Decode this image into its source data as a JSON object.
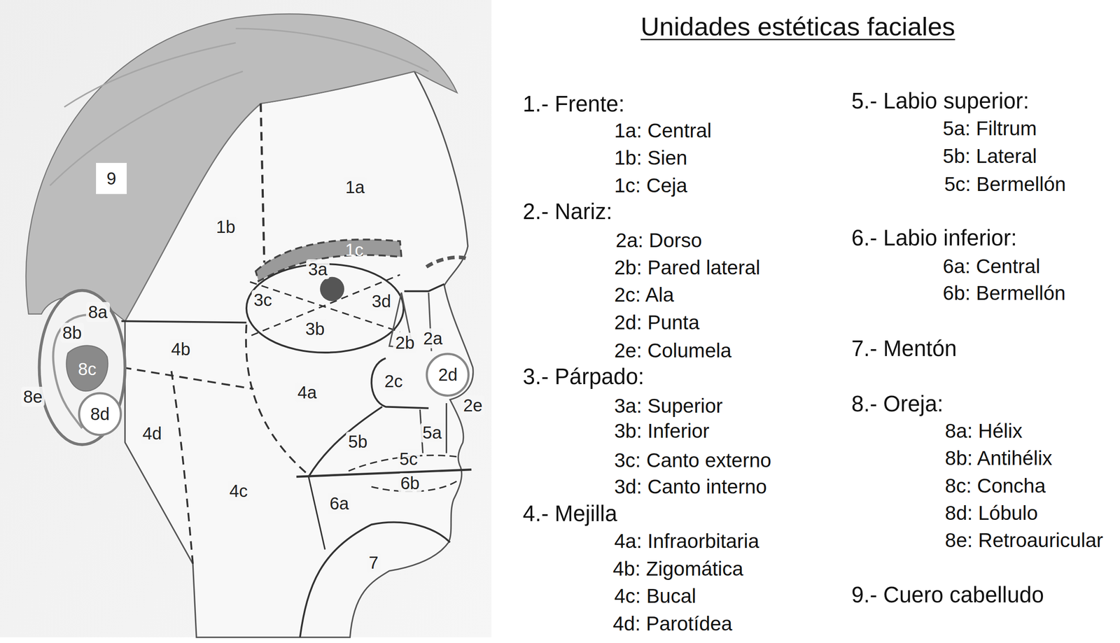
{
  "diagram": {
    "title": "Unidades estéticas faciales",
    "nodes": [
      {
        "text": [
          "9"
        ]
      },
      {
        "text": [
          "2d"
        ]
      },
      {
        "text": [
          "8d"
        ]
      }
    ],
    "labels": [
      "1a",
      "1b",
      "1c",
      "3a",
      "3c",
      "3d",
      "3b",
      "2b",
      "2a",
      "2c",
      "2e",
      "4b",
      "4a",
      "4d",
      "4c",
      "5b",
      "5a",
      "5c",
      "6b",
      "6a",
      "7",
      "8a",
      "8b",
      "8c",
      "8e",
      "1.- Frente:",
      "1a: Central",
      "1b: Sien",
      "1c: Ceja",
      "2.- Nariz:",
      "2a: Dorso",
      "2b: Pared lateral",
      "2c: Ala",
      "2d: Punta",
      "2e: Columela",
      "3.- Párpado:",
      "3a: Superior",
      "3b: Inferior",
      "3c: Canto externo",
      "3d: Canto interno",
      "4.- Mejilla",
      "4a: Infraorbitaria",
      "4b: Zigomática",
      "4c: Bucal",
      "4d: Parotídea",
      "5.- Labio superior:",
      "5a: Filtrum",
      "5b: Lateral",
      "5c: Bermellón",
      "6.- Labio inferior:",
      "6a: Central",
      "6b: Bermellón",
      "7.- Mentón",
      "8.- Oreja:",
      "8a: Hélix",
      "8b: Antihélix",
      "8c: Concha",
      "8d: Lóbulo",
      "8e: Retroauricular",
      "9.- Cuero cabelludo"
    ]
  }
}
